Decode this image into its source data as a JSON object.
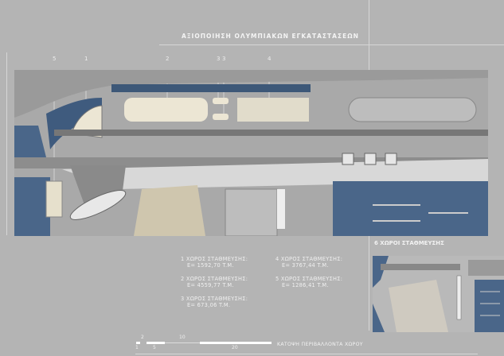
{
  "title": "ΑΞΙΟΠΟΙΗΣΗ ΟΛΥΜΠΙΑΚΩΝ ΕΓΚΑΤΑΣΤΑΣΕΩΝ",
  "plan_markers": [
    "5",
    "1",
    "2",
    "3",
    "3",
    "4"
  ],
  "legend": [
    {
      "label": "1 ΧΩΡΟΣ ΣΤΑΘΜΕΥΣΗΣ:",
      "value": "E= 1592,70 T.M."
    },
    {
      "label": "2 ΧΩΡΟΣ ΣΤΑΘΜΕΥΣΗΣ:",
      "value": "E= 4559,77 T.M."
    },
    {
      "label": "3 ΧΩΡΟΣ ΣΤΑΘΜΕΥΣΗΣ:",
      "value": "E= 673,06 T.M."
    },
    {
      "label": "4 ΧΩΡΟΣ ΣΤΑΘΜΕΥΣΗΣ:",
      "value": "E= 3767,44 T.M."
    },
    {
      "label": "5 ΧΩΡΟΣ ΣΤΑΘΜΕΥΣΗΣ:",
      "value": "E= 1286,41 T.M."
    }
  ],
  "inset_title": "6 ΧΩΡΟΙ ΣΤΑΘΜΕΥΣΗΣ",
  "scale_bar": {
    "top_ticks": [
      "2",
      "10"
    ],
    "bottom_ticks": [
      "1",
      "5",
      "20"
    ]
  },
  "caption": "ΚΑΤΟΨΗ ΠΕΡΙΒΑΛΛΟΝΤΑ ΧΩΡΟΥ",
  "colors": {
    "background": "#b4b4b4",
    "water": "#4a6689",
    "parking": "#ece6d4",
    "road": "#8f8f8f"
  }
}
